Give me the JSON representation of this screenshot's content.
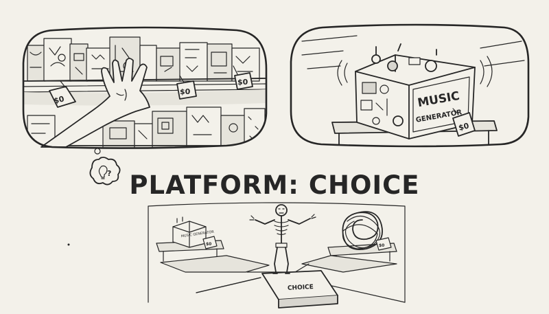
{
  "title": "PLATFORM: CHOICE",
  "panel_left": {
    "price_tags": [
      "$0",
      "$0",
      "$0"
    ],
    "thought_bubble": "?"
  },
  "panel_right": {
    "machine_label_top": "MUSIC",
    "machine_label_bottom": "GENERATOR",
    "price_tag": "$0"
  },
  "bottom_scene": {
    "small_machine_label": "MUSIC GENERATOR",
    "small_price_tag": "$0",
    "right_price_tag": "$0",
    "plank_label": "CHOICE"
  }
}
